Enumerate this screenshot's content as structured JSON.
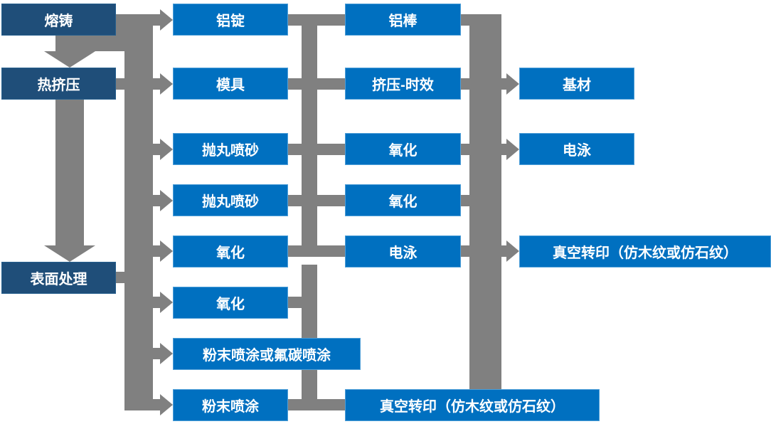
{
  "colors": {
    "primary_box": "#0070C0",
    "primary_border": "#4f9fd8",
    "dark_box": "#1F4E79",
    "dark_border": "#27608e",
    "connector": "#808080",
    "text": "#FFFFFF",
    "background": "#FFFFFF"
  },
  "nodes": {
    "melting": {
      "label": "熔铸"
    },
    "hot_extrusion": {
      "label": "热挤压"
    },
    "surface_treatment": {
      "label": "表面处理"
    },
    "aluminum_ingot": {
      "label": "铝锭"
    },
    "mold": {
      "label": "模具"
    },
    "shot_blasting_1": {
      "label": "抛丸喷砂"
    },
    "shot_blasting_2": {
      "label": "抛丸喷砂"
    },
    "oxidation_1": {
      "label": "氧化"
    },
    "oxidation_2": {
      "label": "氧化"
    },
    "powder_or_fluorocarbon": {
      "label": "粉末喷涂或氟碳喷涂"
    },
    "powder_coating": {
      "label": "粉末喷涂"
    },
    "aluminum_rod": {
      "label": "铝棒"
    },
    "extrusion_aging": {
      "label": "挤压-时效"
    },
    "oxidation_3": {
      "label": "氧化"
    },
    "oxidation_4": {
      "label": "氧化"
    },
    "electrophoresis_1": {
      "label": "电泳"
    },
    "vacuum_transfer_bottom": {
      "label": "真空转印（仿木纹或仿石纹）"
    },
    "base_material": {
      "label": "基材"
    },
    "electrophoresis_2": {
      "label": "电泳"
    },
    "vacuum_transfer_right": {
      "label": "真空转印（仿木纹或仿石纹）"
    }
  }
}
